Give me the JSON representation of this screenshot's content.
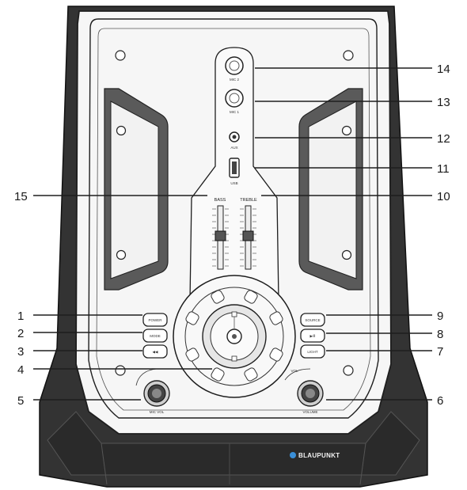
{
  "colors": {
    "frame_dark": "#333333",
    "panel_light": "#f6f6f6",
    "line": "#1e1e1e",
    "brand_dot": "#3a8fd8",
    "brand_text": "#f2f2f2"
  },
  "labels": {
    "mic2": "MIC 2",
    "mic1": "MIC 1",
    "aux": "AUX",
    "usb": "USB",
    "bass": "BASS",
    "treble": "TREBLE",
    "power": "POWER",
    "mode": "MODE",
    "source": "SOURCE",
    "play_pause": "▶/Ⅱ",
    "light": "LIGHT",
    "mic_vol": "MIC VOL",
    "vol": "VOL",
    "volume": "VOLUME",
    "brand": "BLAUPUNKT"
  },
  "callouts": [
    {
      "id": "1",
      "side": "left"
    },
    {
      "id": "2",
      "side": "left"
    },
    {
      "id": "3",
      "side": "left"
    },
    {
      "id": "4",
      "side": "left"
    },
    {
      "id": "5",
      "side": "left"
    },
    {
      "id": "6",
      "side": "right"
    },
    {
      "id": "7",
      "side": "right"
    },
    {
      "id": "8",
      "side": "right"
    },
    {
      "id": "9",
      "side": "right"
    },
    {
      "id": "10",
      "side": "right"
    },
    {
      "id": "11",
      "side": "right"
    },
    {
      "id": "12",
      "side": "right"
    },
    {
      "id": "13",
      "side": "right"
    },
    {
      "id": "14",
      "side": "right"
    },
    {
      "id": "15",
      "side": "left"
    }
  ]
}
